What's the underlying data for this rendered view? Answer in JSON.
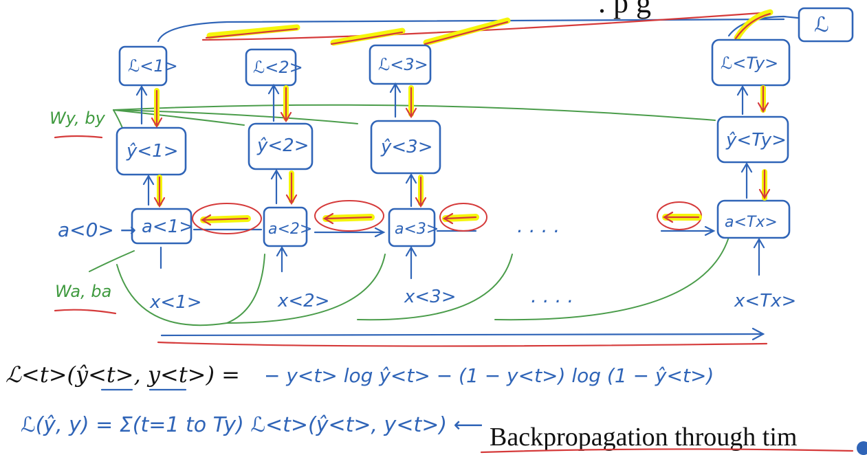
{
  "diagram": {
    "loss_nodes": [
      "ℒ<1>",
      "ℒ<2>",
      "ℒ<3>",
      "ℒ<Ty>"
    ],
    "total_loss_node": "ℒ",
    "output_nodes": [
      "ŷ<1>",
      "ŷ<2>",
      "ŷ<3>",
      "ŷ<Ty>"
    ],
    "activation_nodes": [
      "a<1>",
      "a<2>",
      "a<3>",
      "a<Tx>"
    ],
    "initial_activation": "a<0> →",
    "inputs": [
      "x<1>",
      "x<2>",
      "x<3>",
      "x<Tx>"
    ],
    "ellipsis_activation": ". . . .",
    "ellipsis_input": ". . . .",
    "param_output": "Wy, by",
    "param_activation": "Wa, ba"
  },
  "formulas": {
    "per_step_loss_lhs": "ℒ<t>(ŷ<t>, y<t>) =",
    "per_step_loss_rhs": "− y<t> log ŷ<t> − (1 − y<t>) log (1 − ŷ<t>)",
    "total_loss": "ℒ(ŷ, y)  =  Σ(t=1 to Ty) ℒ<t>(ŷ<t>, y<t>)  ⟵"
  },
  "caption": "Backpropagation through tim",
  "colors": {
    "ink_blue": "#2f64b7",
    "ink_green": "#4a9c4a",
    "ink_red": "#d53a3a",
    "highlight_yellow": "#f5f50a",
    "print_black": "#111111"
  }
}
